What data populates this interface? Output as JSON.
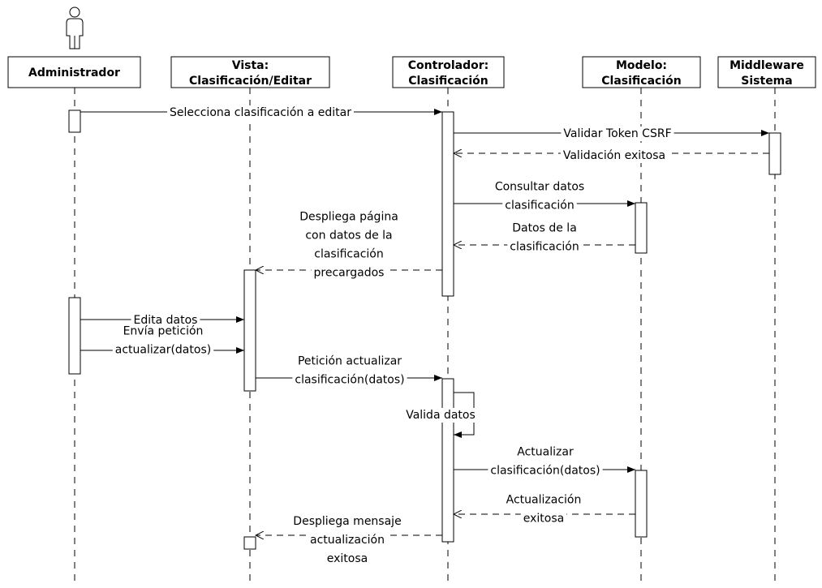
{
  "participants": [
    {
      "id": "admin",
      "lines": [
        "Administrador"
      ],
      "actor": true
    },
    {
      "id": "vista",
      "lines": [
        "Vista:",
        "Clasificación/Editar"
      ]
    },
    {
      "id": "ctrl",
      "lines": [
        "Controlador:",
        "Clasificación"
      ]
    },
    {
      "id": "modelo",
      "lines": [
        "Modelo:",
        "Clasificación"
      ]
    },
    {
      "id": "mw",
      "lines": [
        "Middleware",
        "Sistema"
      ]
    }
  ],
  "messages": [
    {
      "id": "m1",
      "from": "admin",
      "to": "ctrl",
      "type": "sync",
      "lines": [
        "Selecciona clasificación a editar"
      ]
    },
    {
      "id": "m2",
      "from": "ctrl",
      "to": "mw",
      "type": "sync",
      "lines": [
        "Validar Token CSRF"
      ]
    },
    {
      "id": "m3",
      "from": "mw",
      "to": "ctrl",
      "type": "return",
      "lines": [
        "Validación exitosa"
      ]
    },
    {
      "id": "m4",
      "from": "ctrl",
      "to": "modelo",
      "type": "sync",
      "lines": [
        "Consultar datos",
        "clasificación"
      ]
    },
    {
      "id": "m5",
      "from": "modelo",
      "to": "ctrl",
      "type": "return",
      "lines": [
        "Datos de la",
        "clasificación"
      ]
    },
    {
      "id": "m6",
      "from": "ctrl",
      "to": "vista",
      "type": "return",
      "lines": [
        "Despliega página",
        "con datos de la",
        "clasificación",
        "precargados"
      ]
    },
    {
      "id": "m7",
      "from": "admin",
      "to": "vista",
      "type": "sync",
      "lines": [
        "Edita datos"
      ]
    },
    {
      "id": "m8",
      "from": "admin",
      "to": "vista",
      "type": "sync",
      "lines": [
        "Envía petición",
        "actualizar(datos)"
      ]
    },
    {
      "id": "m9",
      "from": "vista",
      "to": "ctrl",
      "type": "sync",
      "lines": [
        "Petición actualizar",
        "clasificación(datos)"
      ]
    },
    {
      "id": "m10",
      "from": "ctrl",
      "to": "ctrl",
      "type": "self",
      "lines": [
        "Valida datos"
      ]
    },
    {
      "id": "m11",
      "from": "ctrl",
      "to": "modelo",
      "type": "sync",
      "lines": [
        "Actualizar",
        "clasificación(datos)"
      ]
    },
    {
      "id": "m12",
      "from": "modelo",
      "to": "ctrl",
      "type": "return",
      "lines": [
        "Actualización",
        "exitosa"
      ]
    },
    {
      "id": "m13",
      "from": "ctrl",
      "to": "vista",
      "type": "return",
      "lines": [
        "Despliega mensaje",
        "actualización",
        "exitosa"
      ]
    }
  ]
}
